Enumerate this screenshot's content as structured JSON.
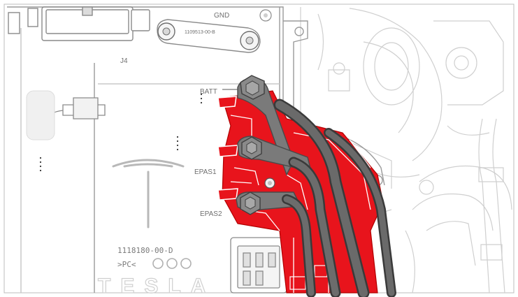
{
  "labels": {
    "gnd": "GND",
    "part_top": "1109513-00-B",
    "j4": "J4",
    "batt": "BATT",
    "epas1": "EPAS1",
    "epas2": "EPAS2",
    "part_bottom": "1118180-00-D",
    "pc_mark": ">PC<",
    "brand": "TESLA"
  },
  "colors": {
    "highlight": "#e8141c",
    "line": "#7a7a7a",
    "metal": "#6e6e6e",
    "cable": "#5a5a5a",
    "background": "#ffffff"
  },
  "icons": {
    "logo": "tesla-logo-icon"
  }
}
